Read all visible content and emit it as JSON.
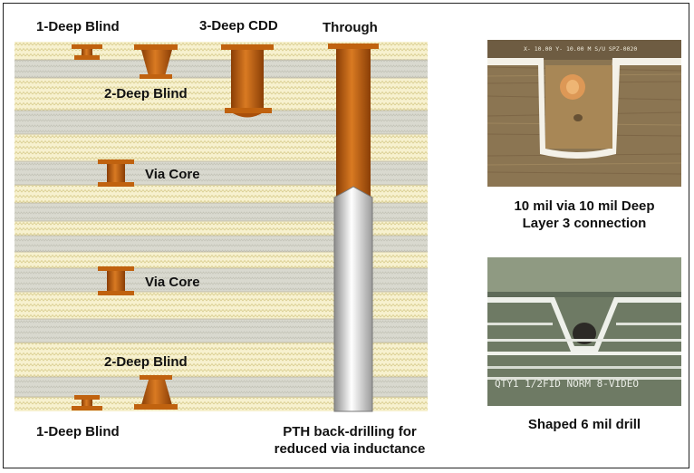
{
  "labels": {
    "blind1_top": "1-Deep Blind",
    "cdd3": "3-Deep CDD",
    "through": "Through",
    "blind2_top": "2-Deep Blind",
    "via_core_1": "Via Core",
    "via_core_2": "Via Core",
    "blind2_bottom": "2-Deep Blind",
    "blind1_bottom": "1-Deep Blind",
    "pth_line1": "PTH back-drilling for",
    "pth_line2": "reduced via inductance"
  },
  "photos": {
    "top_overlay": "X- 10.00 Y- 10.00 M S/U SPZ-0020",
    "top_caption_line1": "10 mil via 10 mil Deep",
    "top_caption_line2": "Layer 3 connection",
    "bottom_overlay": "QTY1 1/2FID NORM 8-VIDEO",
    "bottom_caption": "Shaped 6 mil drill"
  },
  "colors": {
    "copper": "#c0620f",
    "copper_dark": "#8a3e06",
    "prepreg": "#f7f1cf",
    "core": "#d9d9cf",
    "drill": "#c9c9c9"
  }
}
